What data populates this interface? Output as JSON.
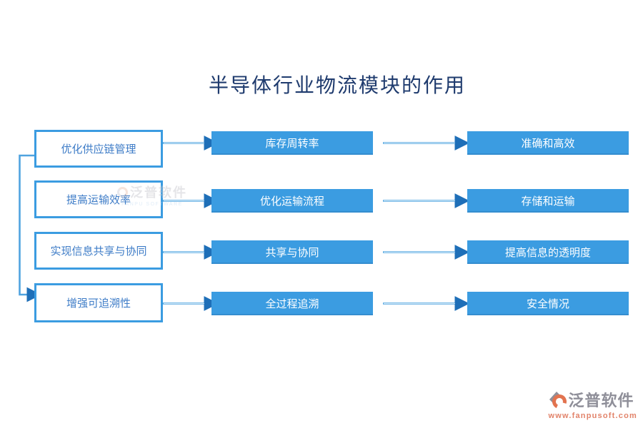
{
  "title": "半导体行业物流模块的作用",
  "rows": [
    {
      "left": "优化供应链管理",
      "middle": "库存周转率",
      "right": "准确和高效"
    },
    {
      "left": "提高运输效率",
      "middle": "优化运输流程",
      "right": "存储和运输"
    },
    {
      "left": "实现信息共享与协同",
      "middle": "共享与协同",
      "right": "提高信息的透明度"
    },
    {
      "left": "增强可追溯性",
      "middle": "全过程追溯",
      "right": "安全情况"
    }
  ],
  "watermark": {
    "text": "泛普软件",
    "subtext": "FANPU SOFTWARE"
  },
  "footer": {
    "name": "泛普软件",
    "url": "www.fanpusoft.com"
  },
  "colors": {
    "box-blue": "#3b9ce1",
    "node-text": "#3e7cc7",
    "title-color": "#1f3b6e",
    "arrow-line": "#4fa3df",
    "arrow-core": "#d3eaf9",
    "arrow-head": "#1e6fb8",
    "logo-gray": "#8f8f99",
    "logo-orange": "#e2836a",
    "logo-ring": "#e2734f"
  }
}
